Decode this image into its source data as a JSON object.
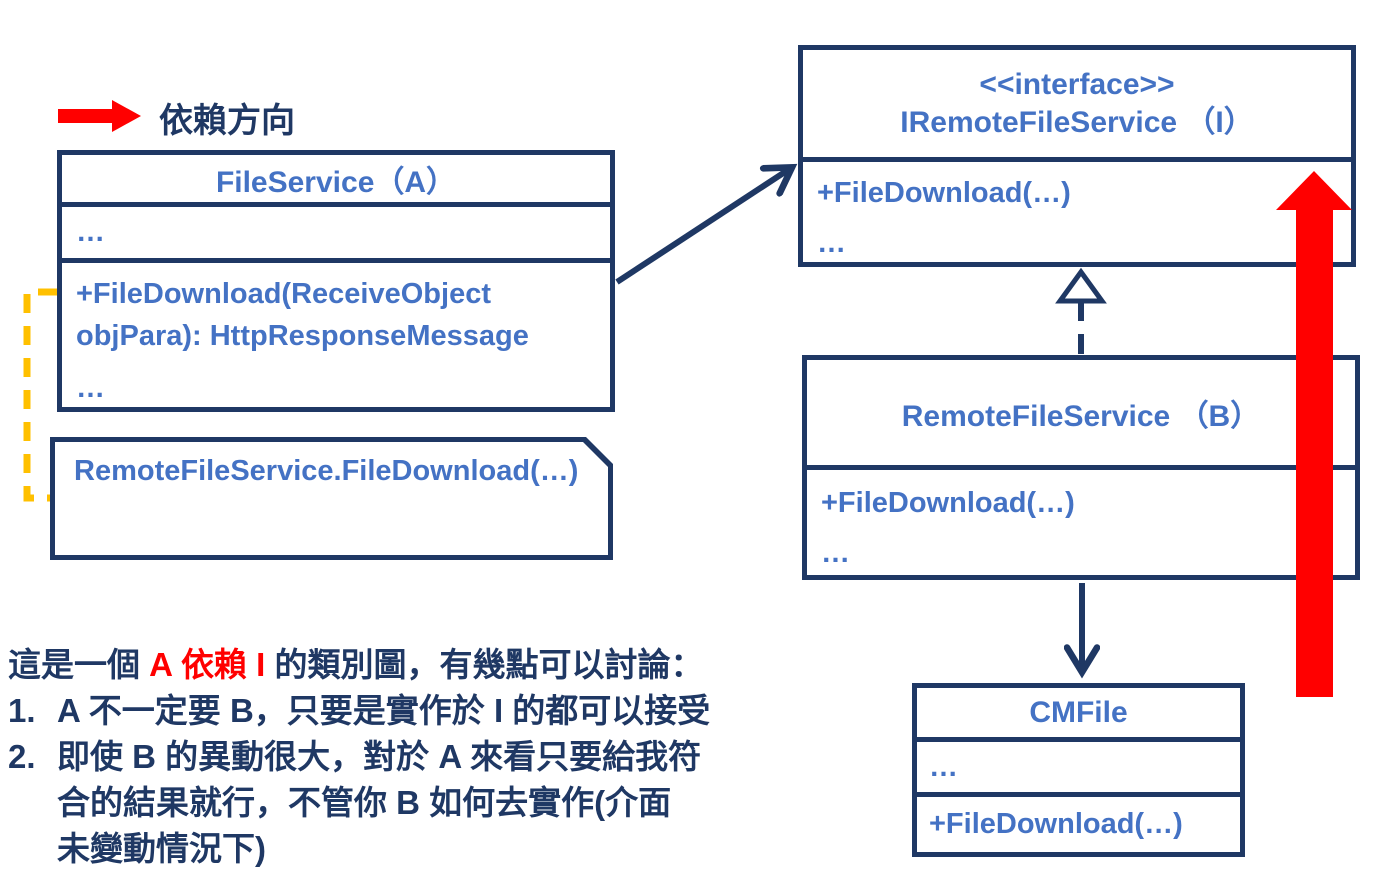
{
  "colors": {
    "navy": "#1F3864",
    "member_blue": "#4472C4",
    "arrow_red": "#FF0000",
    "note_connector_yellow": "#FFC000"
  },
  "legend": {
    "label": "依賴方向"
  },
  "diagram": {
    "file_service": {
      "title": "FileService（A）",
      "attrs": "…",
      "method": "+FileDownload(ReceiveObject objPara): HttpResponseMessage",
      "more": "…"
    },
    "iremote_file_service": {
      "stereotype": "<<interface>>",
      "title": "IRemoteFileService （I）",
      "method": "+FileDownload(…)",
      "more": "…"
    },
    "remote_file_service": {
      "title": "RemoteFileService （B）",
      "method": "+FileDownload(…)",
      "more": "…"
    },
    "cm_file": {
      "title": "CMFile",
      "attrs": "…",
      "method": "+FileDownload(…)"
    },
    "note": {
      "text": "RemoteFileService.FileDownload(…)"
    }
  },
  "annotation": {
    "line1": {
      "pre": "這是一個 ",
      "red": "A 依賴 I",
      "post": " 的類別圖，有幾點可以討論："
    },
    "items": [
      {
        "num": "1.",
        "text": "A 不一定要 B，只要是實作於 I 的都可以接受"
      },
      {
        "num": "2.",
        "text": "即使 B 的異動很大，對於 A 來看只要給我符"
      },
      {
        "num": "",
        "text": "合的結果就行，不管你 B 如何去實作(介面"
      },
      {
        "num": "",
        "text": "未變動情況下)"
      }
    ]
  }
}
